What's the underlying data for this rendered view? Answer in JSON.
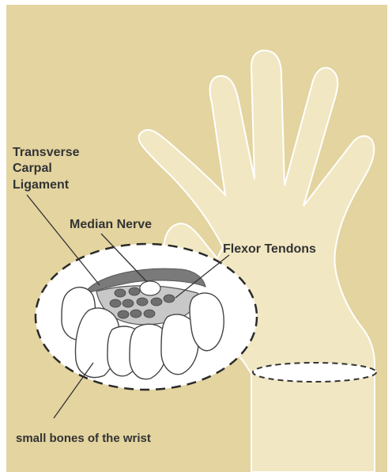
{
  "labels": {
    "transverse_line1": "Transverse",
    "transverse_line2": "Carpal",
    "transverse_line3": "Ligament",
    "median_nerve": "Median Nerve",
    "flexor_tendons": "Flexor Tendons",
    "small_bones": "small bones of the wrist"
  },
  "colors": {
    "background": "#e3d4a0",
    "hand_fill": "#f1e7c3",
    "outline": "#ffffff",
    "ligament": "#7a7a7a",
    "tendon": "#6e6e6e",
    "bone": "#ffffff",
    "text": "#333333"
  }
}
